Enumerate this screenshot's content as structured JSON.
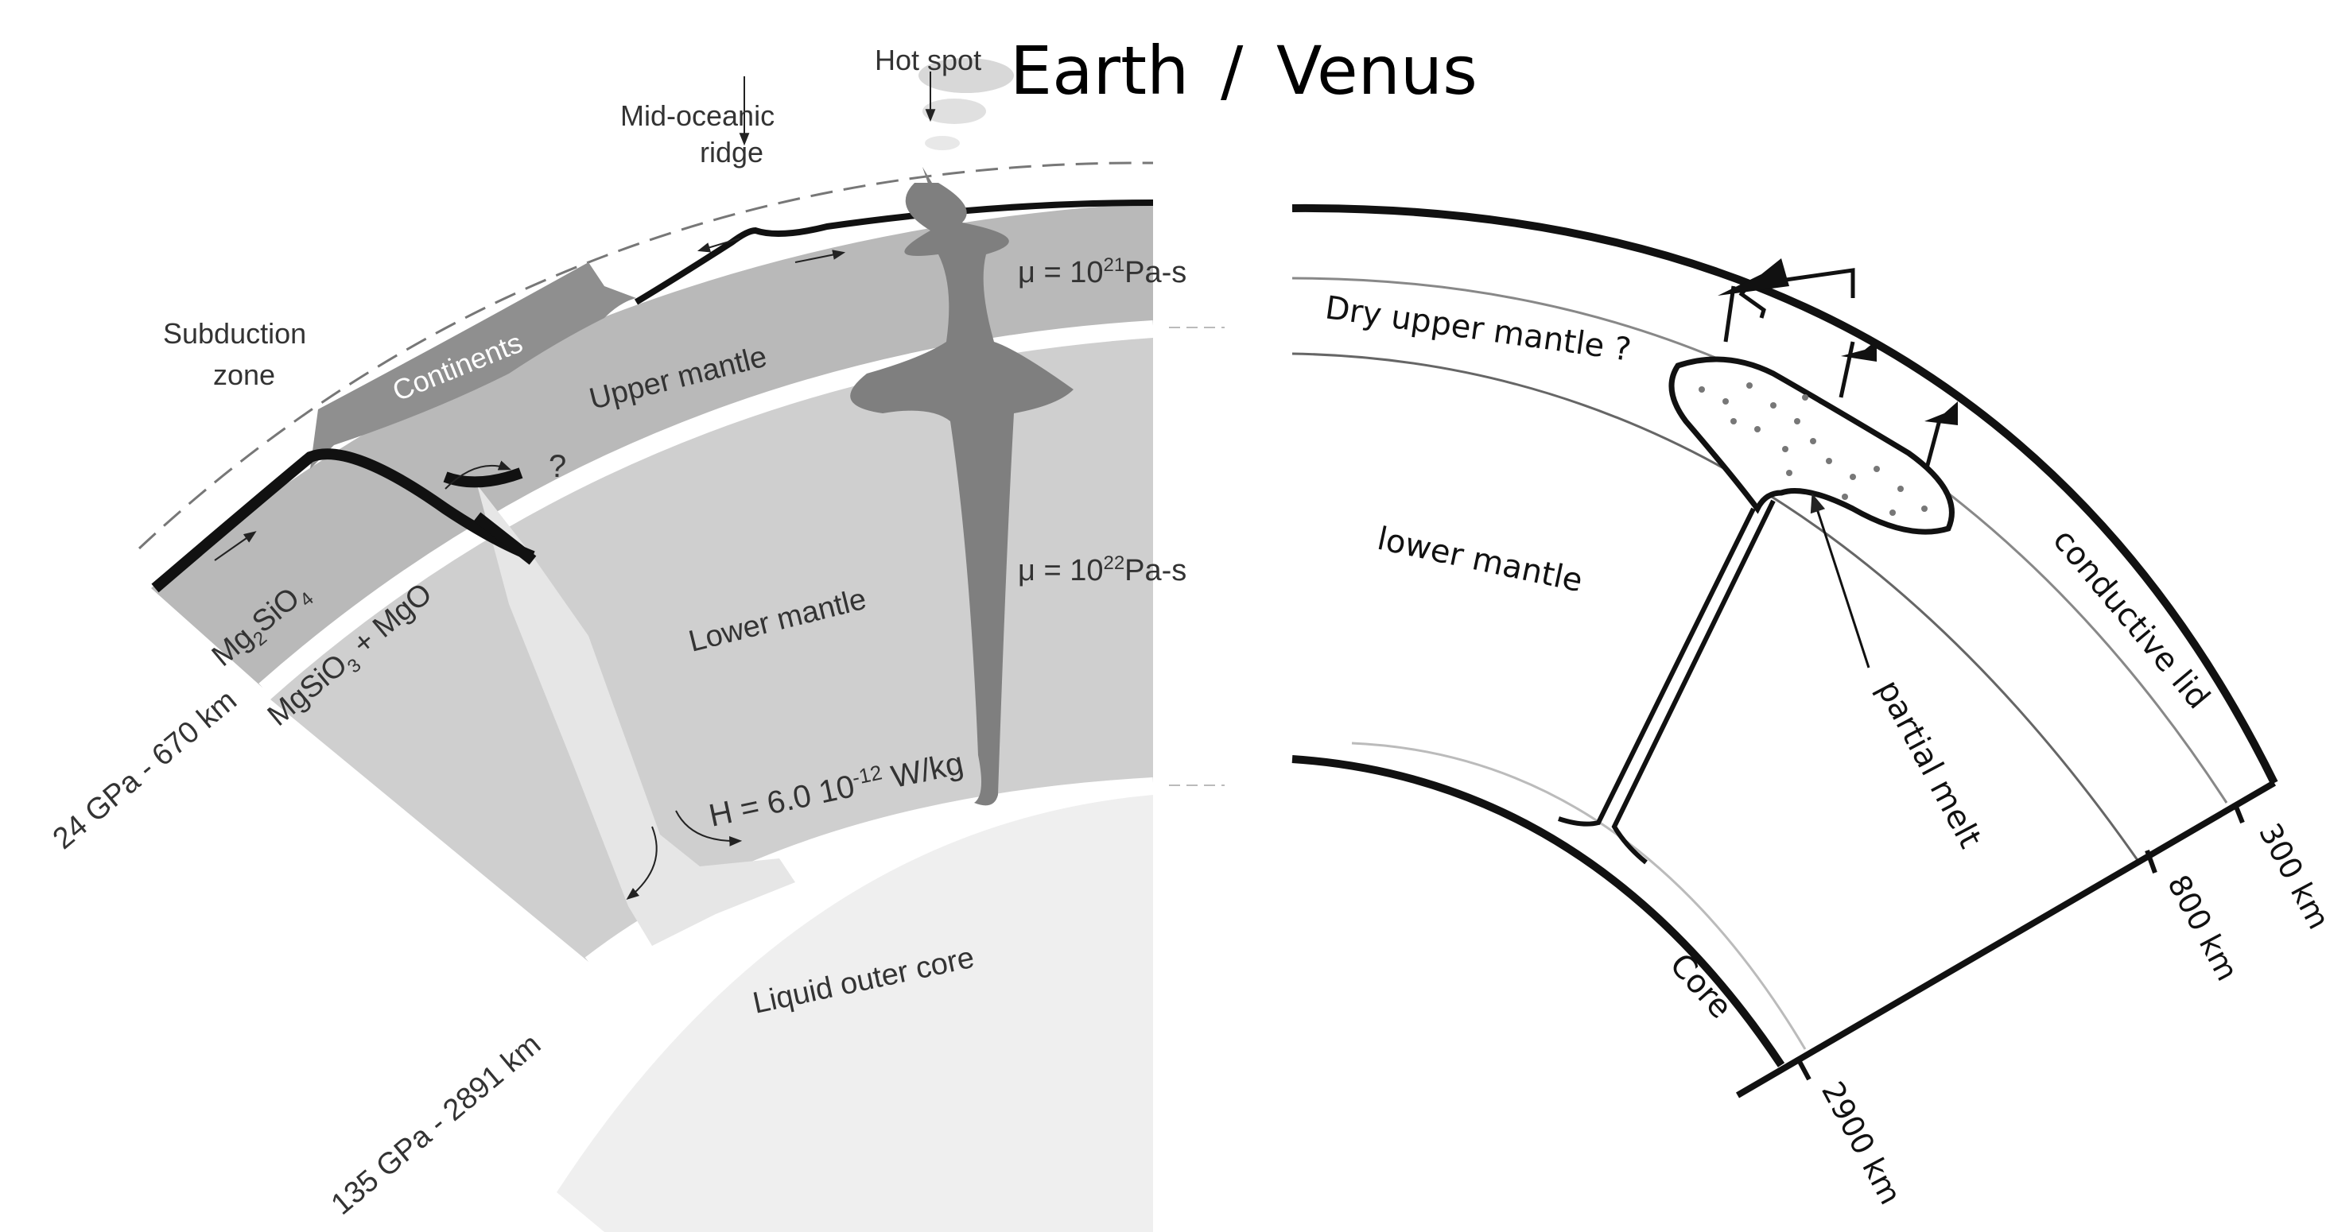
{
  "title": {
    "earth": "Earth",
    "sep": "/",
    "venus": "Venus"
  },
  "earth": {
    "hot_spot": "Hot spot",
    "ridge_line1": "Mid-oceanic",
    "ridge_line2": "ridge",
    "subduction_line1": "Subduction",
    "subduction_line2": "zone",
    "continents": "Continents",
    "upper_mantle": "Upper mantle",
    "lower_mantle": "Lower mantle",
    "outer_core": "Liquid outer core",
    "mu_upper": "μ = 10",
    "mu_upper_exp": "21",
    "mu_upper_unit": "Pa-s",
    "mu_lower": "μ = 10",
    "mu_lower_exp": "22",
    "mu_lower_unit": "Pa-s",
    "heat": "H = 6.0 10",
    "heat_exp": "-12",
    "heat_unit": " W/kg",
    "mg2": "Mg",
    "mg2_sub": "2",
    "mg2_rest": "SiO",
    "mg2_sub2": "4",
    "mgsio3": "MgSiO",
    "mgsio3_sub": "3",
    "mgsio3_rest": " + MgO",
    "boundary_670": "24 GPa - 670 km",
    "boundary_2891": "135 GPa - 2891 km",
    "question_mark": "?"
  },
  "venus": {
    "dry_upper": "Dry upper mantle ?",
    "lower_mantle": "lower mantle",
    "conductive_lid": "conductive lid",
    "partial_melt": "partial melt",
    "core": "Core",
    "km300": "300 km",
    "km800": "800 km",
    "km2900": "2900 km"
  }
}
